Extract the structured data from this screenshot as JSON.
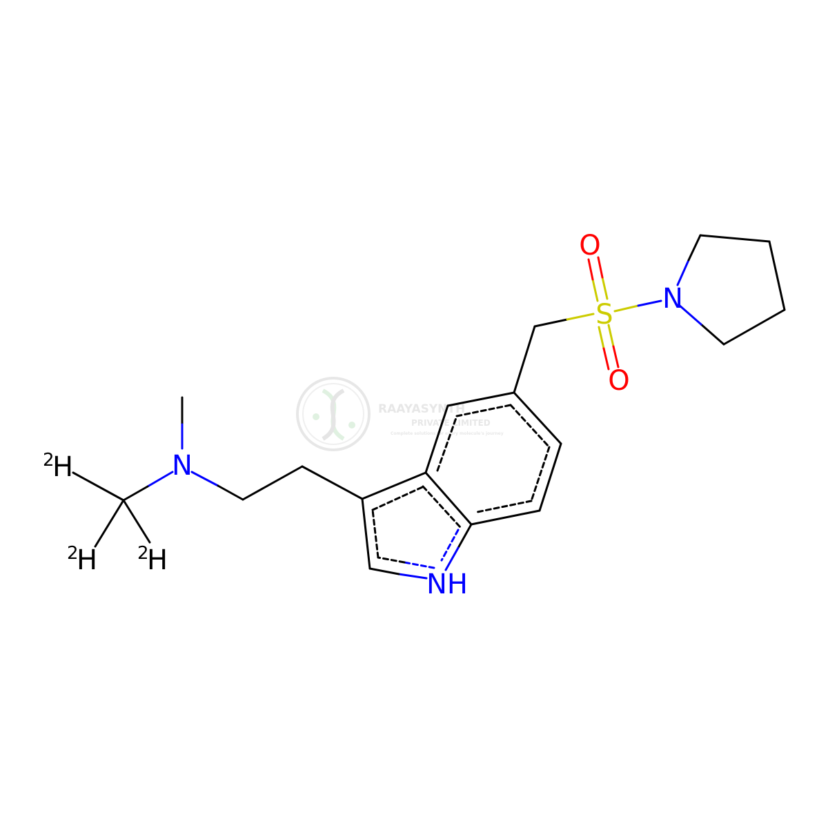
{
  "colors": {
    "bond": "#000000",
    "nitrogen": "#0000ff",
    "oxygen": "#ff0000",
    "sulfur": "#cccc00",
    "watermark": "#d9d9d9"
  },
  "atoms": {
    "n_amine": "N",
    "deuterium_1": "H",
    "deuterium_1_isotope": "2",
    "deuterium_2": "H",
    "deuterium_2_isotope": "2",
    "deuterium_3": "H",
    "deuterium_3_isotope": "2",
    "n_indole": "NH",
    "sulfur": "S",
    "oxygen_top": "O",
    "oxygen_bottom": "O",
    "n_pyrrolidine": "N"
  },
  "watermark": {
    "company": "RAAYASYNTH",
    "subtitle": "PRIVATE LIMITED",
    "tagline": "Complete solutions for every molecule's journey",
    "logo_icon": "dna-helix-icon"
  }
}
